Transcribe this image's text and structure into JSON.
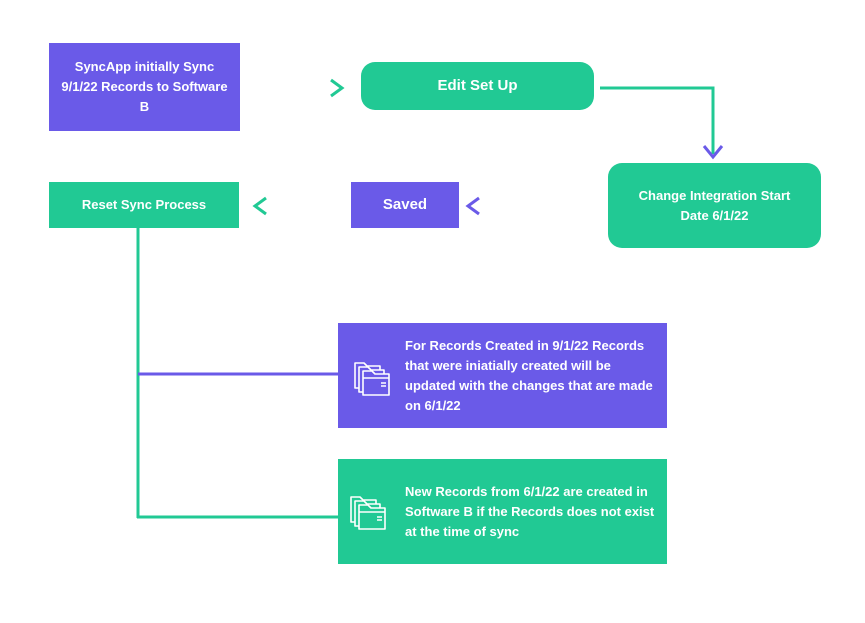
{
  "nodes": {
    "initial_sync": "SyncApp initially Sync 9/1/22 Records to Software B",
    "edit_setup": "Edit Set Up",
    "change_start": "Change Integration Start Date 6/1/22",
    "saved": "Saved",
    "reset_sync": "Reset Sync Process"
  },
  "cards": {
    "existing_records": "For Records Created in 9/1/22 Records that were iniatially created will be updated with the changes that are made on 6/1/22",
    "new_records": "New Records from 6/1/22 are created in Software B if the Records does not exist at the time of sync"
  },
  "icons": {
    "existing_records": "folders-icon",
    "new_records": "folders-icon"
  },
  "colors": {
    "purple": "#6a5ae8",
    "green": "#21c994"
  }
}
